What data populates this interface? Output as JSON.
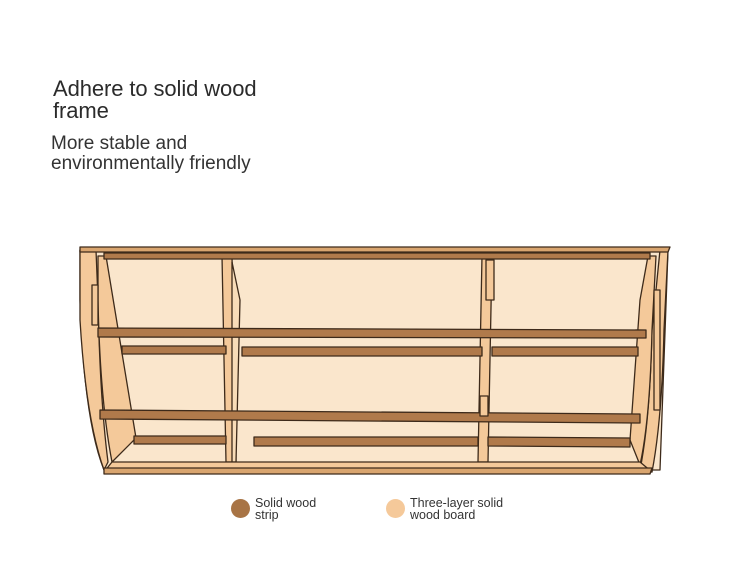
{
  "headline": "Adhere to solid wood\nframe",
  "subline": "More stable and\nenvironmentally friendly",
  "legend": [
    {
      "label": "Solid wood\nstrip",
      "color": "#a87445"
    },
    {
      "label": "Three-layer solid\nwood board",
      "color": "#f5c99a"
    }
  ],
  "colors": {
    "board": "#f4c99a",
    "board_light": "#f8dcb8",
    "strip": "#b07a4b",
    "strip_dark": "#8a5a32",
    "outline": "#3d2a1a"
  }
}
